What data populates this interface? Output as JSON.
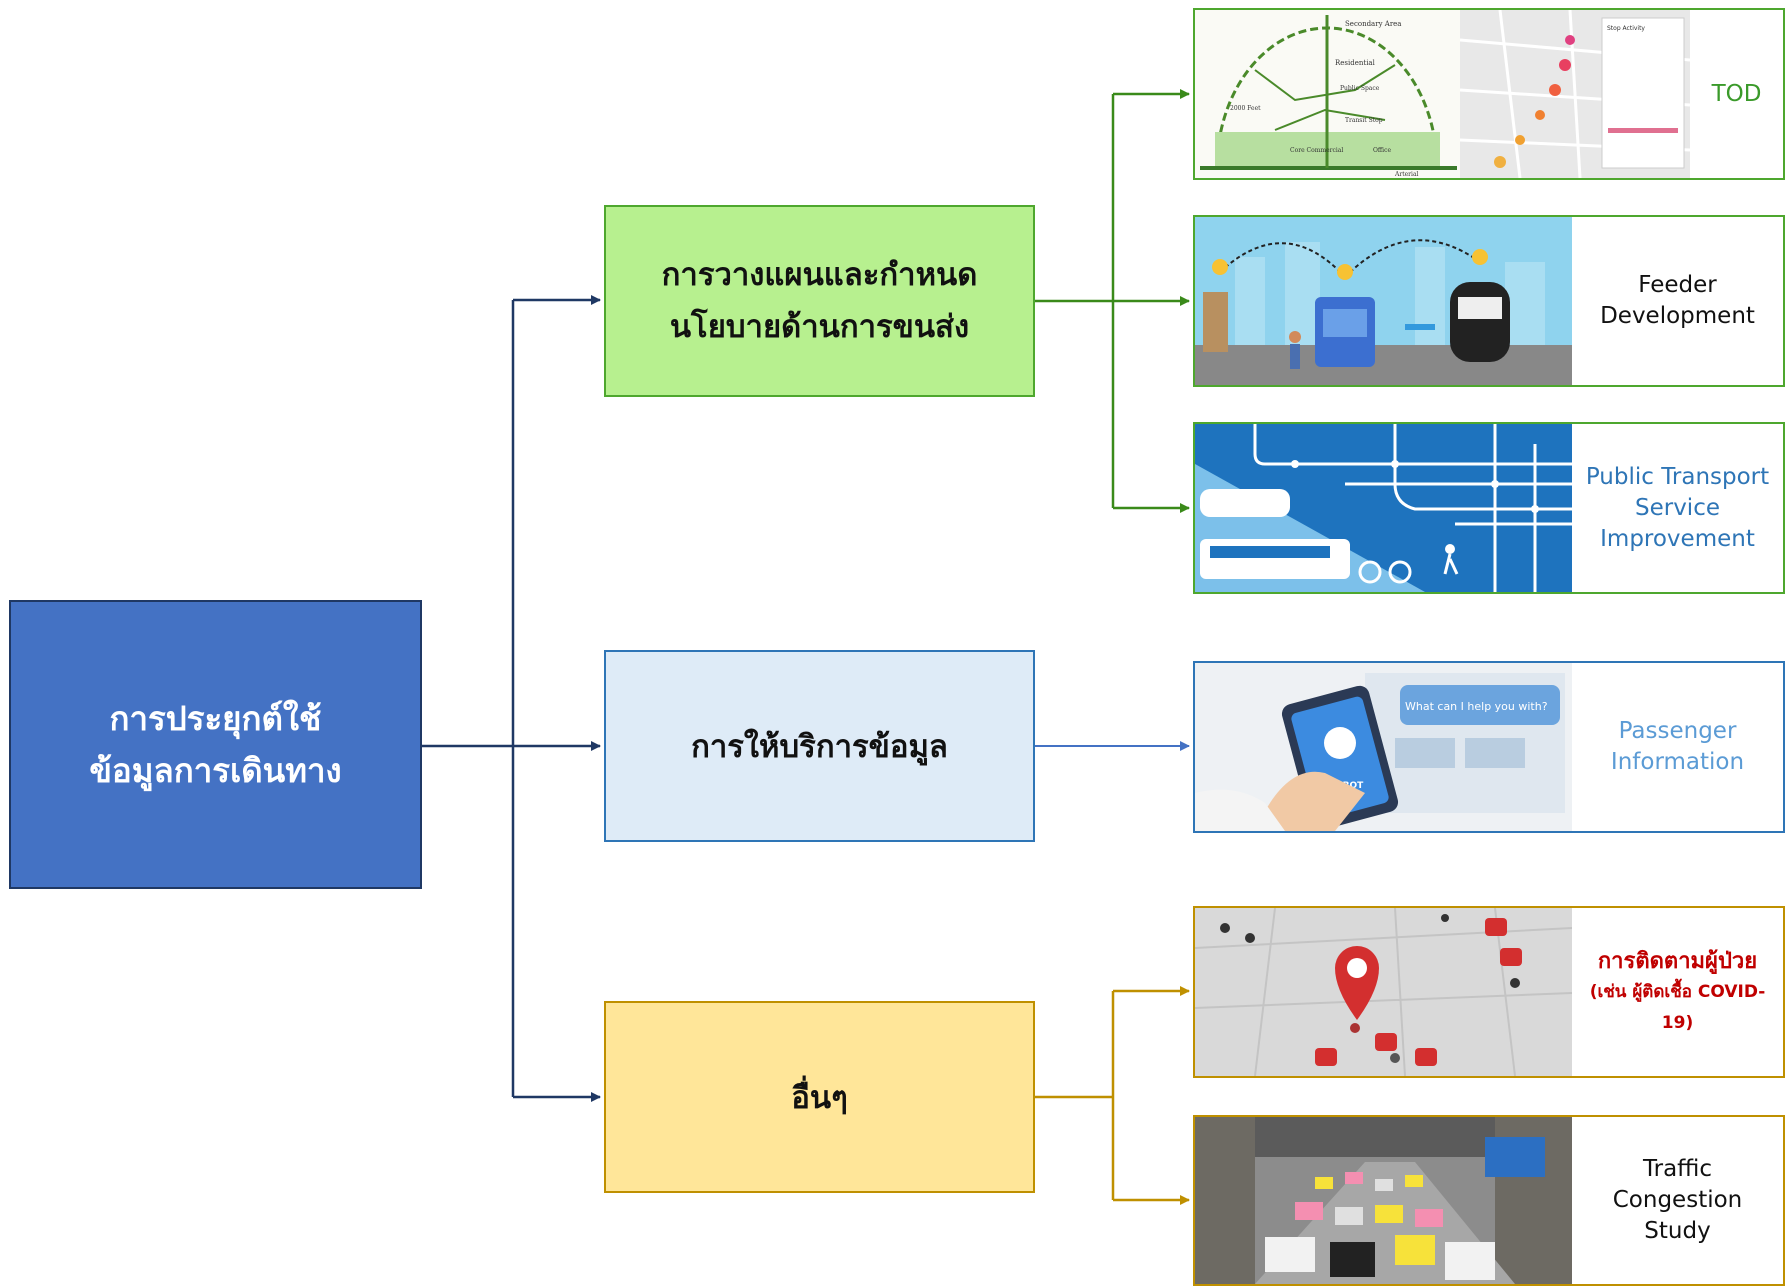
{
  "root": {
    "line1": "การประยุกต์ใช้",
    "line2": "ข้อมูลการเดินทาง"
  },
  "branches": {
    "plan": {
      "line1": "การวางแผนและกำหนด",
      "line2": "นโยบายด้านการขนส่ง"
    },
    "info": {
      "label": "การให้บริการข้อมูล"
    },
    "other": {
      "label": "อื่นๆ"
    }
  },
  "cards": {
    "tod": {
      "label": "TOD",
      "color": "#3a9a2a"
    },
    "feeder": {
      "line1": "Feeder",
      "line2": "Development",
      "color": "#111111"
    },
    "pt": {
      "line1": "Public Transport",
      "line2": "Service",
      "line3": "Improvement",
      "color": "#2e75b6"
    },
    "pax": {
      "line1": "Passenger",
      "line2": "Information",
      "color": "#5b9bd5"
    },
    "covid": {
      "line1": "การติดตามผู้ป่วย",
      "line2": "(เช่น ผู้ติดเชื้อ COVID-19)",
      "color": "#c00000"
    },
    "traffic": {
      "line1": "Traffic Congestion",
      "line2": "Study",
      "color": "#111111"
    }
  },
  "image_text": {
    "tod_diagram": [
      "Secondary Area",
      "Residential",
      "Public Space",
      "Transit Stop",
      "2000 Feet",
      "Core Commercial",
      "Office",
      "Arterial"
    ],
    "tod_panel_title": "Stop Activity",
    "chatbot_prompt": "What can I help you with?",
    "chatbot_badge": "CHAT BOT"
  },
  "colors": {
    "navy_connector": "#1f3864",
    "green_connector": "#3a8a1a",
    "blue_connector": "#4472c4",
    "gold_connector": "#bf9000"
  }
}
